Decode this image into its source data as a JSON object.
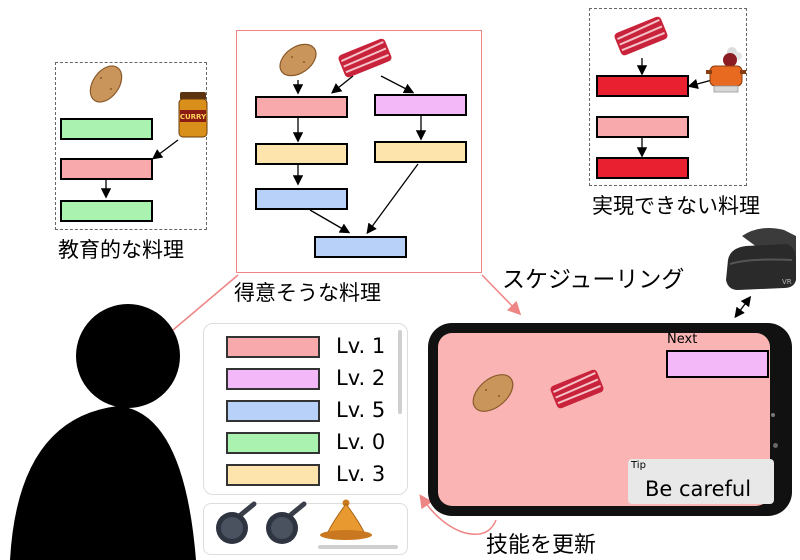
{
  "captions": {
    "educational": "教育的な料理",
    "good_at": "得意そうな料理",
    "impossible": "実現できない料理",
    "scheduling": "スケジューリング",
    "update_skill": "技能を更新"
  },
  "can_label": "CURRY",
  "vr_label": "VR",
  "legend": [
    {
      "label": "Lv. 1",
      "color": "#f8a9ab"
    },
    {
      "label": "Lv. 2",
      "color": "#f3b8f8"
    },
    {
      "label": "Lv. 5",
      "color": "#b8d1f8"
    },
    {
      "label": "Lv. 0",
      "color": "#aaf2b0"
    },
    {
      "label": "Lv. 3",
      "color": "#fde4ad"
    }
  ],
  "phone": {
    "next_label": "Next",
    "tip_label": "Tip",
    "tip_text": "Be careful"
  },
  "colors": {
    "pink": "#f8a9ab",
    "purple": "#f3b8f8",
    "blue": "#b8d1f8",
    "green": "#aaf2b0",
    "yellow": "#fde4ad",
    "red": "#e8202f",
    "phone_screen": "#f9b4b3",
    "frame_red": "#ee8585"
  }
}
